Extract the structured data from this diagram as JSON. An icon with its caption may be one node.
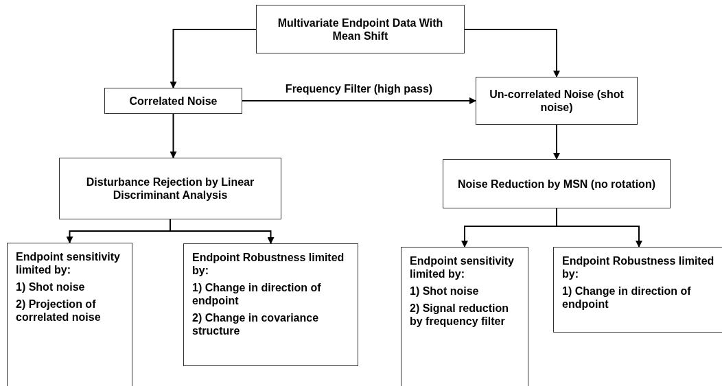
{
  "diagram": {
    "nodes": [
      {
        "text": [
          "Multivariate Endpoint Data With Mean Shift"
        ]
      },
      {
        "text": [
          "Correlated Noise"
        ]
      },
      {
        "text": [
          "Un-correlated Noise (shot noise)"
        ]
      },
      {
        "text": [
          "Disturbance Rejection by Linear Discriminant Analysis"
        ]
      },
      {
        "text": [
          "Noise Reduction by MSN (no rotation)"
        ]
      },
      {
        "text": [
          "Endpoint sensitivity limited by:",
          "1) Shot noise",
          "2) Projection of correlated noise"
        ]
      },
      {
        "text": [
          "Endpoint Robustness limited by:",
          "1) Change in direction of endpoint",
          "2) Change in covariance structure"
        ]
      },
      {
        "text": [
          "Endpoint sensitivity limited by:",
          "1) Shot noise",
          "2) Signal reduction by frequency filter"
        ]
      },
      {
        "text": [
          "Endpoint Robustness limited by:",
          "1) Change in direction of endpoint"
        ]
      }
    ],
    "edges": [
      {
        "from": 0,
        "to": 1,
        "arrow": "to"
      },
      {
        "from": 0,
        "to": 2,
        "arrow": "to"
      },
      {
        "from": 1,
        "to": 2,
        "arrow": "to",
        "label": "Frequency Filter (high pass)"
      },
      {
        "from": 1,
        "to": 3,
        "arrow": "to"
      },
      {
        "from": 2,
        "to": 4,
        "arrow": "to"
      },
      {
        "from": 3,
        "to": 5,
        "arrow": "to"
      },
      {
        "from": 3,
        "to": 6,
        "arrow": "to"
      },
      {
        "from": 4,
        "to": 7,
        "arrow": "to"
      },
      {
        "from": 4,
        "to": 8,
        "arrow": "to"
      }
    ]
  }
}
